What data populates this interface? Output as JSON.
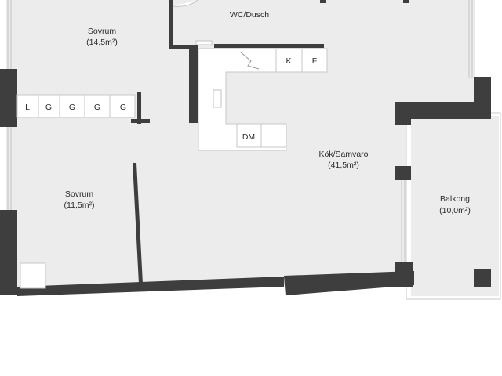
{
  "rooms": {
    "sovrum_1": {
      "name": "Sovrum",
      "area": "(14,5m²)"
    },
    "wc": {
      "name": "WC/Dusch"
    },
    "sovrum_2": {
      "name": "Sovrum",
      "area": "(11,5m²)"
    },
    "kok": {
      "name": "Kök/Samvaro",
      "area": "(41,5m²)"
    },
    "balkong": {
      "name": "Balkong",
      "area": "(10,0m²)"
    }
  },
  "storage_codes": [
    "L",
    "G",
    "G",
    "G",
    "G"
  ],
  "kitchen_codes": {
    "k": "K",
    "f": "F",
    "dm": "DM"
  }
}
